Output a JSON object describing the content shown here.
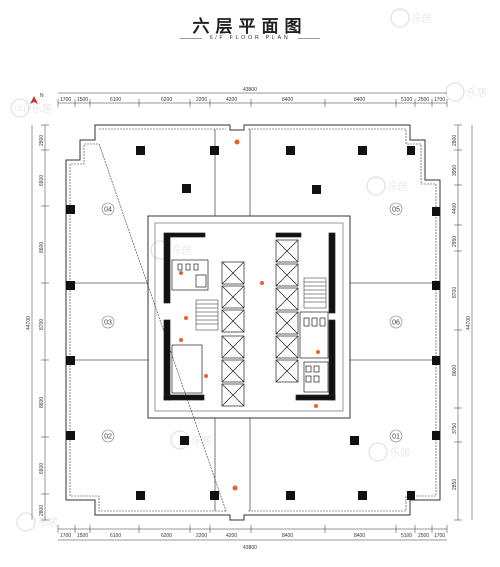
{
  "title": "六层平面图",
  "subtitle": "6/F FLOOR PLAN",
  "north_label": "N",
  "watermark_text": "乐居",
  "overall_dim": "43800",
  "top_dims": [
    "1700",
    "1500",
    "6100",
    "6200",
    "2200",
    "4200",
    "8400",
    "8400",
    "5100",
    "2500",
    "1700"
  ],
  "bottom_dims": [
    "1700",
    "1500",
    "6100",
    "6200",
    "2200",
    "4200",
    "8400",
    "8400",
    "5100",
    "2500",
    "1700"
  ],
  "side_overall": "44700",
  "left_dims": [
    "2800",
    "6600",
    "8600",
    "8700",
    "8600",
    "6600",
    "2800"
  ],
  "right_dims": [
    "2800",
    "3950",
    "4400",
    "2950",
    "8700",
    "8600",
    "3750",
    "2850"
  ],
  "units": [
    "04",
    "05",
    "03",
    "06",
    "02",
    "01"
  ],
  "colors": {
    "accent": "#e8602a",
    "wall": "#111111",
    "line": "#333333"
  }
}
